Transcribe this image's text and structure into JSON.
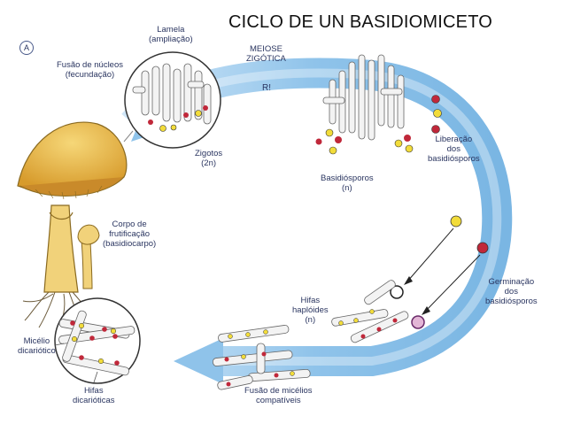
{
  "title": "CICLO DE UN BASIDIOMICETO",
  "panel_letter": "A",
  "labels": {
    "lamela": [
      "Lamela",
      "(ampliação)"
    ],
    "meiose": [
      "MEIOSE",
      "ZIGÓTICA"
    ],
    "r": "R!",
    "fusao_nucleos": [
      "Fusão de núcleos",
      "(fecundação)"
    ],
    "zigotos": [
      "Zigotos",
      "(2n)"
    ],
    "basidiosporos": [
      "Basidiósporos",
      "(n)"
    ],
    "liberacao": [
      "Liberação",
      "dos",
      "basidiósporos"
    ],
    "corpo": [
      "Corpo de",
      "frutificação",
      "(basidiocarpo)"
    ],
    "germinacao": [
      "Germinação",
      "dos",
      "basidiósporos"
    ],
    "hifas_haploides": [
      "Hifas",
      "haplóides",
      "(n)"
    ],
    "micelio": [
      "Micélio",
      "dicariótico"
    ],
    "fusao_micelios": [
      "Fusão de micélios",
      "compatíveis"
    ],
    "hifas_dicarioticas": [
      "Hifas",
      "dicarióticas"
    ]
  },
  "colors": {
    "arrow_blue": "#8fc3ea",
    "arrow_light": "#cfe6f8",
    "cap": "#e8b543",
    "stem": "#f1d27a",
    "nucleus_red": "#c0283a",
    "nucleus_yellow": "#f2dc3a",
    "hypha": "#f3f3f3",
    "outline": "#5a5a6a"
  }
}
